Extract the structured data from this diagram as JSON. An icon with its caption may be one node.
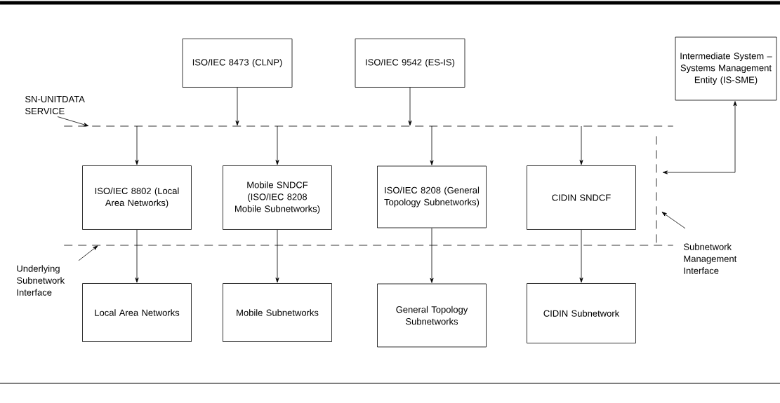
{
  "diagram": {
    "nodes": [
      {
        "text": [
          "ISO/IEC 8473 (CLNP)"
        ]
      },
      {
        "text": [
          "ISO/IEC 9542 (ES-IS)"
        ]
      },
      {
        "text": [
          "Intermediate System – Systems Management Entity (IS-SME)"
        ]
      },
      {
        "text": [
          "SN-UNITDATA SERVICE"
        ]
      },
      {
        "text": [],
        "shape": "line"
      },
      {
        "text": [],
        "shape": "line"
      },
      {
        "text": [
          "ISO/IEC 8802 (Local Area Networks)"
        ]
      },
      {
        "text": [
          "Mobile SNDCF (ISO/IEC 8208 Mobile Subnetworks)"
        ]
      },
      {
        "text": [
          "ISO/IEC 8208 (General Topology Subnetworks)"
        ]
      },
      {
        "text": [
          "CIDIN SNDCF"
        ]
      },
      {
        "text": [
          "Subnetwork Management Interface"
        ]
      },
      {
        "text": [],
        "shape": "line"
      },
      {
        "text": [
          "Underlying Subnetwork Interface"
        ]
      },
      {
        "text": [
          "Local Area Networks"
        ]
      },
      {
        "text": [
          "Mobile Subnetworks"
        ]
      },
      {
        "text": [
          "General Topology Subnetworks"
        ]
      },
      {
        "text": [
          "CIDIN Subnetwork"
        ]
      }
    ],
    "edges": [
      {
        "from": 0,
        "to": 4,
        "arrow": "to"
      },
      {
        "from": 1,
        "to": 4,
        "arrow": "to"
      },
      {
        "from": 3,
        "to": 4,
        "arrow": "to"
      },
      {
        "from": 2,
        "to": 5,
        "arrow": "both"
      },
      {
        "from": 4,
        "to": 6,
        "arrow": "to"
      },
      {
        "from": 4,
        "to": 7,
        "arrow": "to"
      },
      {
        "from": 4,
        "to": 8,
        "arrow": "to"
      },
      {
        "from": 4,
        "to": 9,
        "arrow": "to"
      },
      {
        "from": 10,
        "to": 5,
        "arrow": "to"
      },
      {
        "from": 12,
        "to": 11,
        "arrow": "to"
      },
      {
        "from": 6,
        "to": 13,
        "arrow": "to"
      },
      {
        "from": 7,
        "to": 14,
        "arrow": "to"
      },
      {
        "from": 8,
        "to": 15,
        "arrow": "to"
      },
      {
        "from": 9,
        "to": 16,
        "arrow": "to"
      }
    ]
  }
}
